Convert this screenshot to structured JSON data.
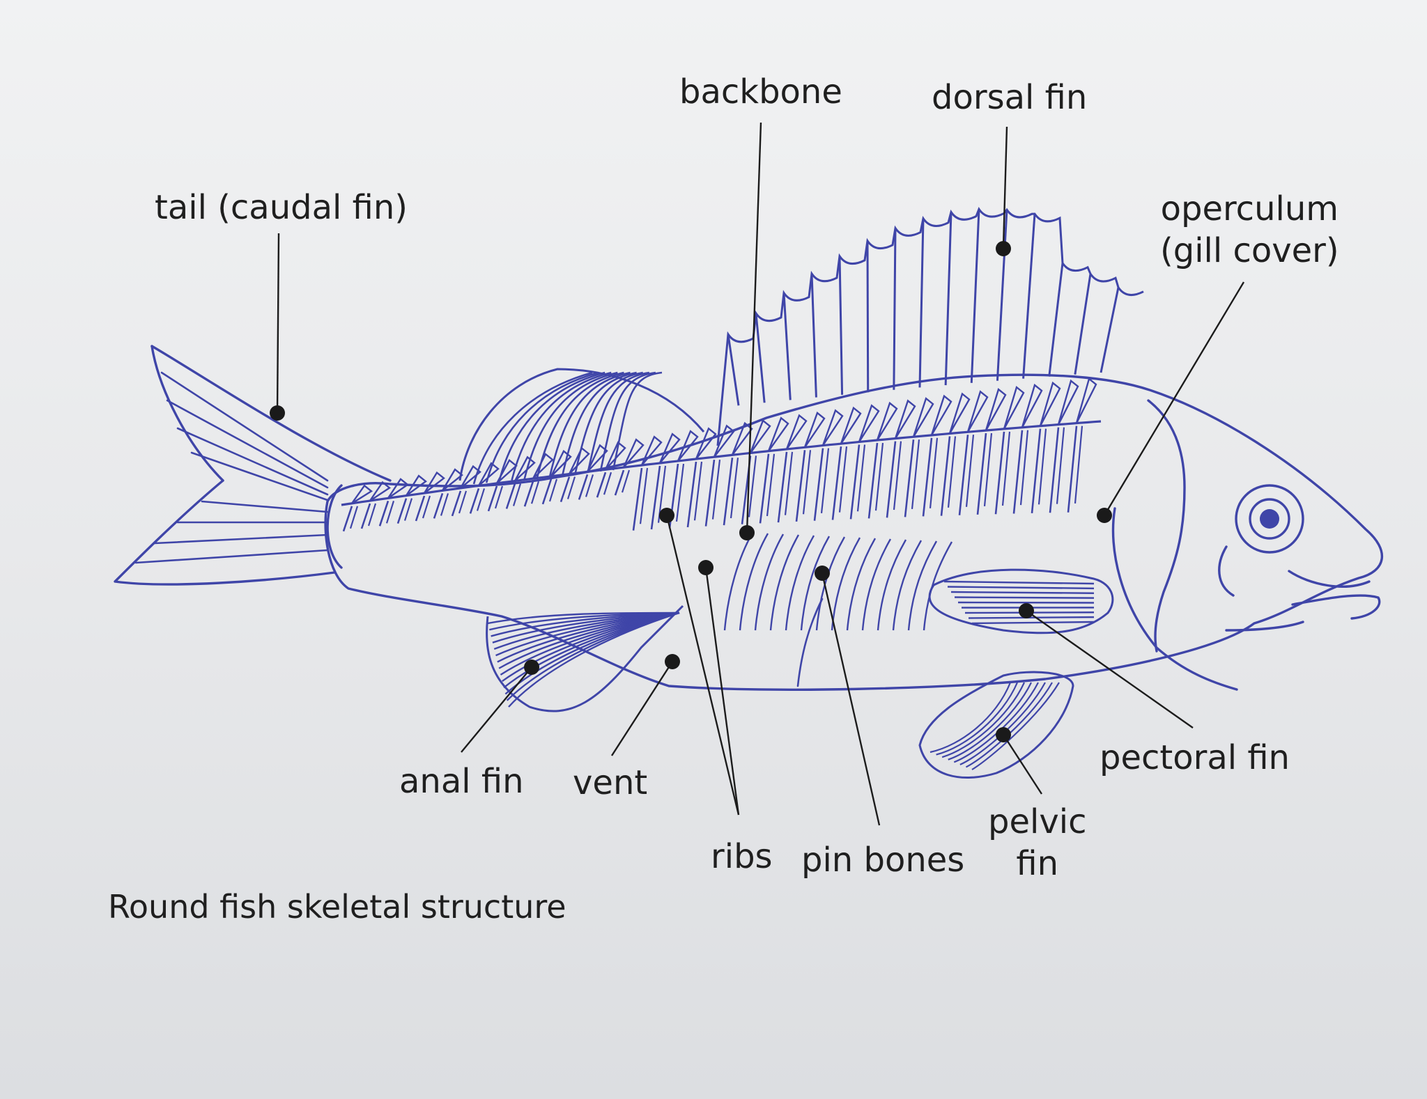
{
  "labels": {
    "backbone": "backbone",
    "dorsal_fin": "dorsal fin",
    "tail": "tail (caudal fin)",
    "operculum_line1": "operculum",
    "operculum_line2": "(gill cover)",
    "anal_fin": "anal fin",
    "vent": "vent",
    "ribs": "ribs",
    "pin_bones": "pin bones",
    "pectoral_fin": "pectoral fin",
    "pelvic_line1": "pelvic",
    "pelvic_line2": "fin"
  },
  "caption": "Round fish skeletal structure",
  "colors": {
    "skeleton": "#3f45a8",
    "leader": "#1c1c1c",
    "text": "#1f1f1f",
    "paper": "#eceded"
  }
}
